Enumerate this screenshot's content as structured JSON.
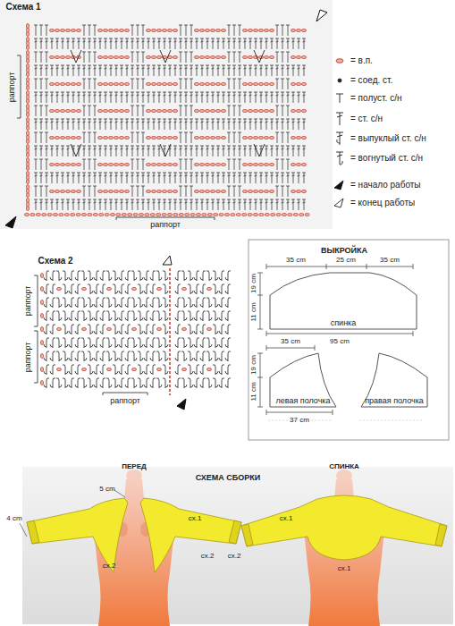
{
  "diagram": {
    "nodes": [
      {
        "text": [
          "спинка"
        ]
      },
      {
        "text": [
          "левая полочка"
        ]
      },
      {
        "text": [
          "правая полочка"
        ]
      }
    ],
    "labels": [
      "Схема 1",
      "раппорт",
      "раппорт",
      "Схема 2",
      "раппорт",
      "раппорт",
      "раппорт",
      "ВЫКРОЙКА",
      "35 cm",
      "25 cm",
      "35 cm",
      "19 cm",
      "11 cm",
      "95 cm",
      "35 cm",
      "19 cm",
      "11 cm",
      "37 cm",
      "СХЕМА СБОРКИ",
      "ПЕРЕД",
      "СПИНКА",
      "5 cm",
      "4 cm",
      "сх.1",
      "сх.2",
      "сх.2",
      "сх.1",
      "сх.2",
      "сх.1"
    ],
    "legend": [
      {
        "text": "= в.п."
      },
      {
        "text": "= соед. ст."
      },
      {
        "text": "= полуст. с/н"
      },
      {
        "text": "= ст. с/н"
      },
      {
        "text": "= выпуклый ст. с/н"
      },
      {
        "text": "= вогнутый ст. с/н"
      },
      {
        "text": "= начало работы"
      },
      {
        "text": "= конец работы"
      }
    ]
  }
}
